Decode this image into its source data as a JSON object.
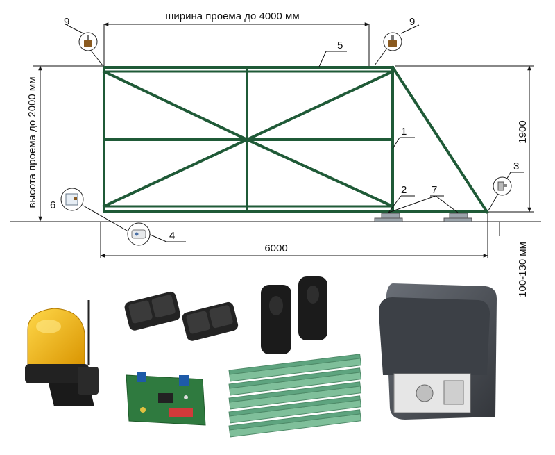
{
  "dimensions": {
    "opening_width": "ширина проема до 4000 мм",
    "opening_height": "высота проема до 2000 мм",
    "gate_height": "1900",
    "total_length": "6000",
    "ground_clearance": "100-130 мм"
  },
  "callouts": [
    "1",
    "2",
    "3",
    "4",
    "5",
    "6",
    "7",
    "9",
    "9"
  ],
  "colors": {
    "frame": "#1f5a37",
    "lamp": "#f2b705",
    "rack": "#7fbf9a",
    "motor": "#4a4e55"
  },
  "icons": {
    "lamp": "signal-lamp-icon",
    "remote": "remote-control-icon",
    "board": "control-board-icon",
    "photocell": "photocell-icon",
    "rack": "gear-rack-icon",
    "motor": "gate-motor-icon"
  }
}
